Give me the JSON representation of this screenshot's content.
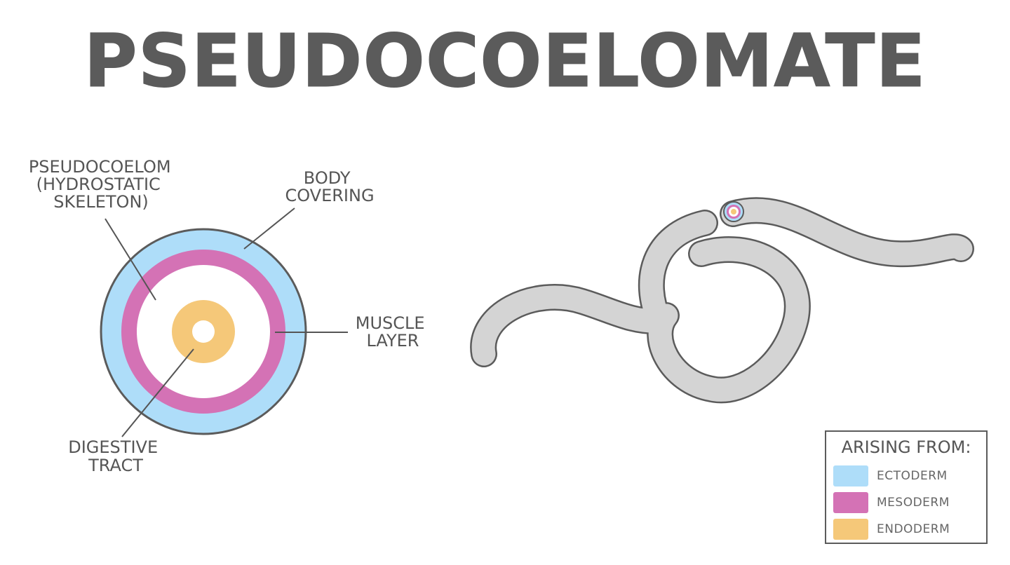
{
  "title": "PSEUDOCOELOMATE",
  "labels": {
    "pseudocoelom": [
      "PSEUDOCOELOM",
      "(HYDROSTATIC",
      "SKELETON)"
    ],
    "body_covering": [
      "BODY",
      "COVERING"
    ],
    "muscle_layer": [
      "MUSCLE",
      "LAYER"
    ],
    "digestive_tract": [
      "DIGESTIVE",
      "TRACT"
    ]
  },
  "legend": {
    "title": "ARISING FROM:",
    "items": [
      {
        "label": "ECTODERM",
        "color": "#aeddf9"
      },
      {
        "label": "MESODERM",
        "color": "#d472b5"
      },
      {
        "label": "ENDODERM",
        "color": "#f5c879"
      }
    ]
  },
  "colors": {
    "ectoderm": "#aeddf9",
    "mesoderm": "#d472b5",
    "endoderm": "#f5c879",
    "worm_body": "#d4d4d4",
    "outline": "#5b5b5b"
  },
  "icons": {
    "cross_section": "circular-body-cross-section",
    "worm": "roundworm-illustration"
  }
}
